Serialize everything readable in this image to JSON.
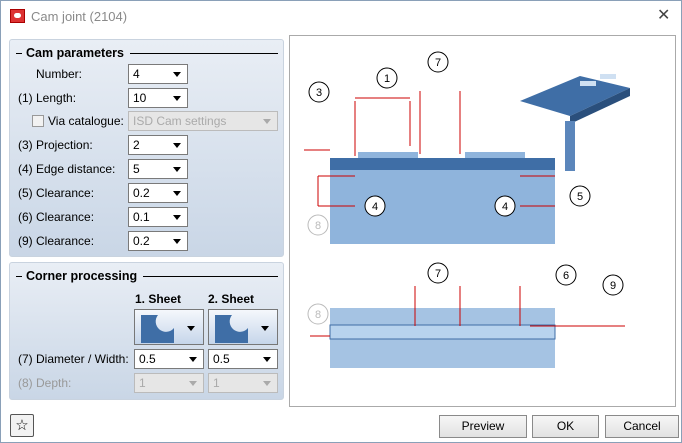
{
  "window": {
    "title": "Cam joint (2104)",
    "close": "✕"
  },
  "cam": {
    "title": "Cam parameters",
    "rows": [
      {
        "label": "Number:",
        "value": "4"
      },
      {
        "label": "(1) Length:",
        "value": "10"
      },
      {
        "label": "Via catalogue:",
        "value": "ISD Cam settings"
      },
      {
        "label": "(3) Projection:",
        "value": "2"
      },
      {
        "label": "(4) Edge distance:",
        "value": "5"
      },
      {
        "label": "(5) Clearance:",
        "value": "0.2"
      },
      {
        "label": "(6) Clearance:",
        "value": "0.1"
      },
      {
        "label": "(9) Clearance:",
        "value": "0.2"
      }
    ]
  },
  "corner": {
    "title": "Corner processing",
    "sheet1": "1. Sheet",
    "sheet2": "2. Sheet",
    "diameter_label": "(7) Diameter / Width:",
    "diameter1": "0.5",
    "diameter2": "0.5",
    "depth_label": "(8) Depth:",
    "depth1": "1",
    "depth2": "1"
  },
  "diagram": {
    "labels": [
      "3",
      "1",
      "7",
      "4",
      "4",
      "5",
      "8",
      "7",
      "6",
      "9",
      "8"
    ]
  },
  "buttons": {
    "preview": "Preview",
    "ok": "OK",
    "cancel": "Cancel",
    "favorite": "☆"
  },
  "colors": {
    "plate": "#8fb4dc",
    "bar": "#3f6ea6"
  }
}
